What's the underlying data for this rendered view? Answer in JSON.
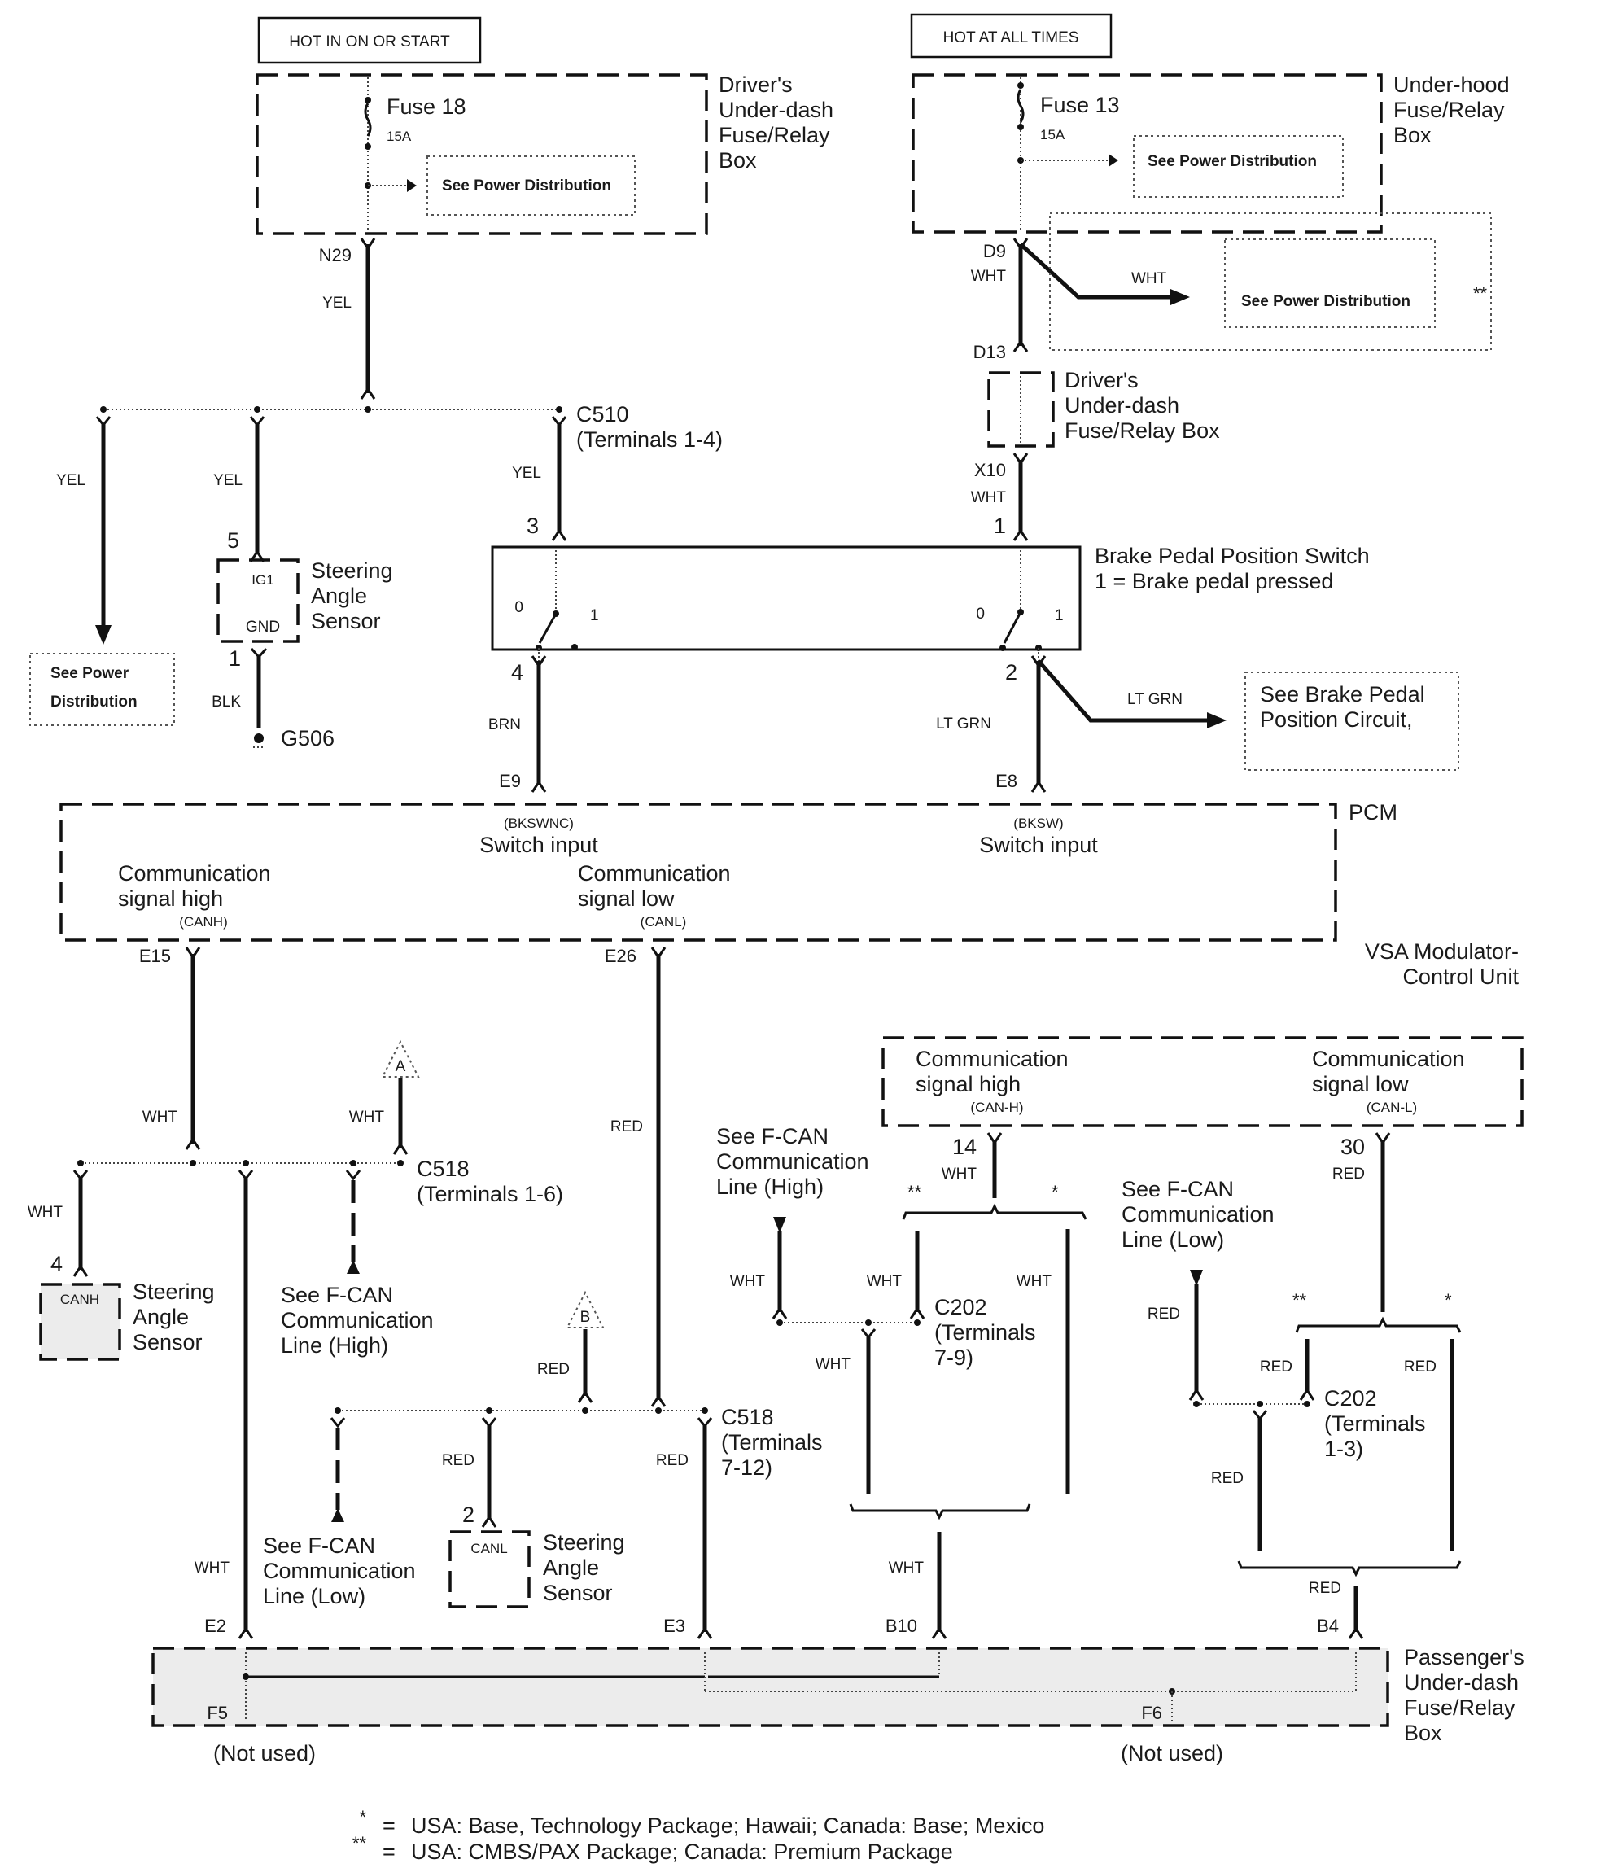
{
  "power_sources": {
    "ignition": "HOT IN ON OR START",
    "battery": "HOT AT ALL TIMES"
  },
  "fuse_boxes": {
    "drivers_underdash": {
      "label_lines": [
        "Driver's",
        "Under-dash",
        "Fuse/Relay",
        "Box"
      ],
      "fuse": "Fuse 18",
      "rating": "15A",
      "ref": "See Power Distribution"
    },
    "underhood": {
      "label_lines": [
        "Under-hood",
        "Fuse/Relay",
        "Box"
      ],
      "fuse": "Fuse 13",
      "rating": "15A",
      "ref": "See Power Distribution"
    },
    "drivers_underdash_passthrough": {
      "label_lines": [
        "Driver's",
        "Under-dash",
        "Fuse/Relay Box"
      ]
    },
    "passengers_underdash": {
      "label_lines": [
        "Passenger's",
        "Under-dash",
        "Fuse/Relay",
        "Box"
      ]
    }
  },
  "terminals": {
    "n29": "N29",
    "d9": "D9",
    "d13": "D13",
    "x10": "X10",
    "c510": "C510",
    "c510_sub": "(Terminals 1-4)",
    "t5": "5",
    "t1_sas": "1",
    "g506": "G506",
    "t3": "3",
    "t4": "4",
    "t1_bpp": "1",
    "t2": "2",
    "e9": "E9",
    "e8": "E8",
    "e15": "E15",
    "e26": "E26",
    "c518_a": "C518",
    "c518_a_sub": "(Terminals 1-6)",
    "c518_b": "C518",
    "c518_b_sub_1": "(Terminals",
    "c518_b_sub_2": "7-12)",
    "t4_canh": "4",
    "t2_canl": "2",
    "t14": "14",
    "t30": "30",
    "c202_a": "C202",
    "c202_a_sub_1": "(Terminals",
    "c202_a_sub_2": "7-9)",
    "c202_b": "C202",
    "c202_b_sub_1": "(Terminals",
    "c202_b_sub_2": "1-3)",
    "e2": "E2",
    "e3": "E3",
    "b10": "B10",
    "b4": "B4",
    "f5": "F5",
    "f6": "F6",
    "not_used_1": "(Not used)",
    "not_used_2": "(Not used)"
  },
  "wire_colors": {
    "yel": "YEL",
    "wht": "WHT",
    "blk": "BLK",
    "brn": "BRN",
    "lt_grn": "LT GRN",
    "red": "RED"
  },
  "components": {
    "steering_angle_sensor": [
      "Steering",
      "Angle",
      "Sensor"
    ],
    "sas_pins": {
      "ig1": "IG1",
      "gnd": "GND",
      "canh": "CANH",
      "canl": "CANL"
    },
    "brake_switch": {
      "title": "Brake Pedal Position Switch",
      "note": "1 = Brake pedal pressed",
      "pos0": "0",
      "pos1": "1"
    },
    "pcm": {
      "label": "PCM",
      "label2_lines": [
        "VSA Modulator-",
        "Control Unit"
      ],
      "bkswnc": "(BKSWNC)",
      "bksw": "(BKSW)",
      "switch_input": "Switch input",
      "comm_high_lines": [
        "Communication",
        "signal high"
      ],
      "canh": "(CANH)",
      "comm_low_lines": [
        "Communication",
        "signal low"
      ],
      "canl": "(CANL)"
    },
    "unit_right": {
      "comm_high_lines": [
        "Communication",
        "signal high"
      ],
      "canh": "(CAN-H)",
      "comm_low_lines": [
        "Communication",
        "signal low"
      ],
      "canl": "(CAN-L)"
    }
  },
  "references": {
    "power_dist_left": [
      "See Power",
      "Distribution"
    ],
    "power_dist_right": "See Power Distribution",
    "brake_pedal_circuit": [
      "See Brake Pedal",
      "Position Circuit,"
    ],
    "fcan_high": [
      "See F-CAN",
      "Communication",
      "Line (High)"
    ],
    "fcan_low": [
      "See F-CAN",
      "Communication",
      "Line (Low)"
    ],
    "marker_a": "A",
    "marker_b": "B",
    "double_star": "**",
    "single_star": "*"
  },
  "legend": [
    {
      "symbol": "*",
      "text": "USA: Base, Technology Package; Hawaii; Canada: Base; Mexico"
    },
    {
      "symbol": "**",
      "text": "USA: CMBS/PAX Package; Canada: Premium Package"
    }
  ]
}
